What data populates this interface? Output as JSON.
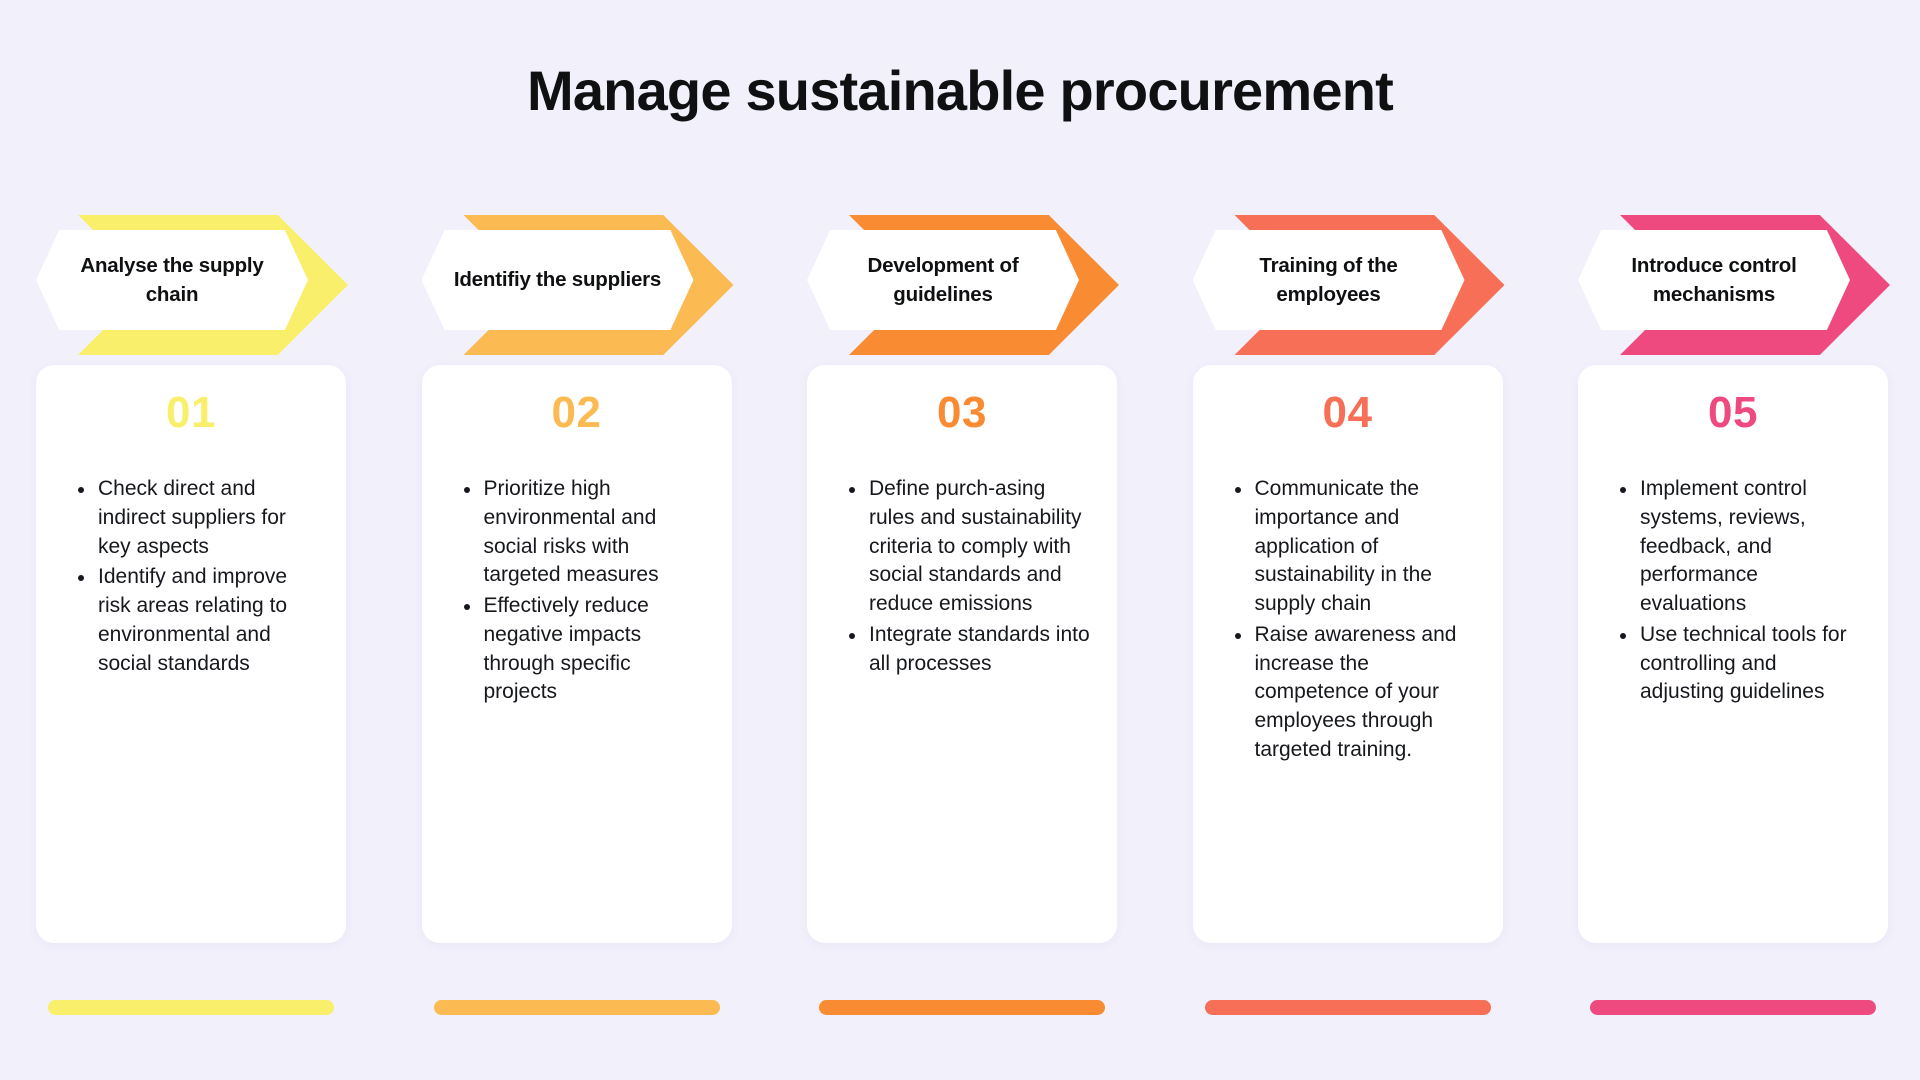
{
  "header": {
    "title": "Manage sustainable procurement"
  },
  "theme": {
    "background": "#f1f0fb",
    "card_background": "#ffffff",
    "text": "#16181d",
    "title_color": "#0f1012"
  },
  "steps": [
    {
      "number": "01",
      "banner_label": "Analyse the supply chain",
      "color": "#f9ef6a",
      "bullets": [
        "Check direct and indirect suppliers for key aspects",
        "Identify and improve risk areas relating to environmental and social standards"
      ]
    },
    {
      "number": "02",
      "banner_label": "Identifiy the suppliers",
      "color": "#fbbb52",
      "bullets": [
        "Prioritize high environmental and social risks with targeted measures",
        "Effectively reduce negative impacts through specific projects"
      ]
    },
    {
      "number": "03",
      "banner_label": "Development of guidelines",
      "color": "#f98b32",
      "bullets": [
        "Define purch-asing rules and sustainability criteria to comply with social standards and reduce emissions",
        "Integrate standards into all processes"
      ]
    },
    {
      "number": "04",
      "banner_label": "Training of the employees",
      "color": "#f76f56",
      "bullets": [
        "Communicate the importance and application of sustainability in the supply chain",
        "Raise awareness and increase the competence of your employees through targeted training."
      ]
    },
    {
      "number": "05",
      "banner_label": "Introduce control mechanisms",
      "color": "#ef4a7f",
      "bullets": [
        "Implement control systems, reviews, feedback, and performance evaluations",
        "Use technical tools for controlling and adjusting guidelines"
      ]
    }
  ]
}
